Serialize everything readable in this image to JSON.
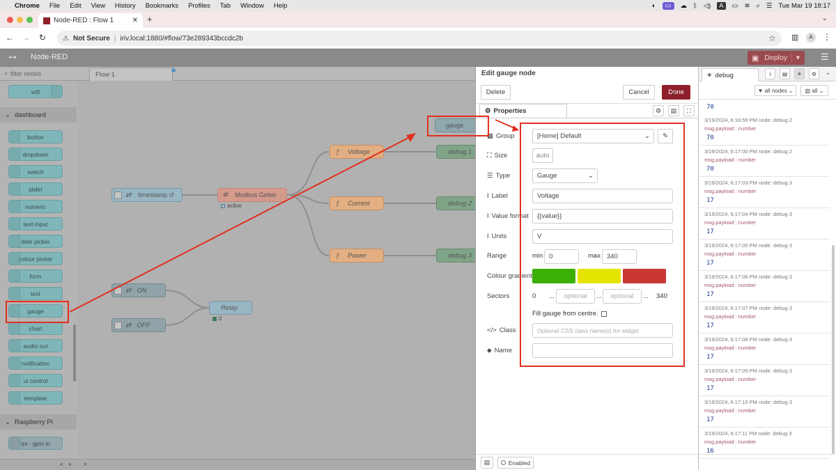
{
  "menubar": {
    "apple": "",
    "items": [
      "Chrome",
      "File",
      "Edit",
      "View",
      "History",
      "Bookmarks",
      "Profiles",
      "Tab",
      "Window",
      "Help"
    ],
    "clock": "Tue Mar 19  18:17",
    "input_badge": "A"
  },
  "browser": {
    "tab_title": "Node-RED : Flow 1",
    "new_tab": "+",
    "not_secure": "Not Secure",
    "url": "iriv.local:1880/#flow/73e289343bccdc2b",
    "profile": "A"
  },
  "nodered": {
    "title": "Node-RED",
    "deploy": "Deploy",
    "filter_placeholder": "filter nodes",
    "flow_tab": "Flow 1",
    "categories": {
      "dashboard": "dashboard",
      "raspberry": "Raspberry Pi"
    },
    "palette_top": "wifi",
    "palette_dashboard": [
      "button",
      "dropdown",
      "switch",
      "slider",
      "numeric",
      "text input",
      "date picker",
      "colour picker",
      "form",
      "text",
      "gauge",
      "chart",
      "audio out",
      "notification",
      "ui control",
      "template"
    ],
    "palette_rpi": [
      "rpi - gpio in"
    ]
  },
  "flow": {
    "timestamp": "timestamp ↺",
    "modbus": "Modbus Getter",
    "modbus_status": "active",
    "functions": [
      "Voltage",
      "Current",
      "Power"
    ],
    "debugs": [
      "debug 1",
      "debug 2",
      "debug 3"
    ],
    "gauge": "gauge",
    "on": "ON",
    "off": "OFF",
    "relay": "Relay",
    "relay_status": "0"
  },
  "dialog": {
    "title": "Edit gauge node",
    "delete": "Delete",
    "cancel": "Cancel",
    "done": "Done",
    "properties_tab": "Properties",
    "group_label": "Group",
    "group_value": "[Home] Default",
    "size_label": "Size",
    "size_value": "auto",
    "type_label": "Type",
    "type_value": "Gauge",
    "label_label": "Label",
    "label_value": "Voltage",
    "format_label": "Value format",
    "format_value": "{{value}}",
    "units_label": "Units",
    "units_value": "V",
    "range_label": "Range",
    "min_label": "min",
    "min_value": "0",
    "max_label": "max",
    "max_value": "340",
    "gradient_label": "Colour gradient",
    "gradient_colors": [
      "#3cb009",
      "#e5e400",
      "#ca3836"
    ],
    "sectors_label": "Sectors",
    "sector_start": "0",
    "sector_dots": "...",
    "optional": "optional",
    "sector_end": "340",
    "fill_label": "Fill gauge from centre.",
    "class_label": "Class",
    "class_placeholder": "Optional CSS class name(s) for widget",
    "name_label": "Name",
    "enabled": "Enabled"
  },
  "debug": {
    "tab": "debug",
    "filter_nodes": "all nodes",
    "filter_all": "all",
    "first_value": "70",
    "messages": [
      {
        "meta": "3/19/2024, 6:16:59 PM   node: debug 2",
        "type": "msg.payload : number",
        "value": "70"
      },
      {
        "meta": "3/19/2024, 6:17:00 PM   node: debug 2",
        "type": "msg.payload : number",
        "value": "70"
      },
      {
        "meta": "3/19/2024, 6:17:03 PM   node: debug 3",
        "type": "msg.payload : number",
        "value": "17"
      },
      {
        "meta": "3/19/2024, 6:17:04 PM   node: debug 3",
        "type": "msg.payload : number",
        "value": "17"
      },
      {
        "meta": "3/19/2024, 6:17:05 PM   node: debug 3",
        "type": "msg.payload : number",
        "value": "17"
      },
      {
        "meta": "3/19/2024, 6:17:06 PM   node: debug 3",
        "type": "msg.payload : number",
        "value": "17"
      },
      {
        "meta": "3/19/2024, 6:17:07 PM   node: debug 3",
        "type": "msg.payload : number",
        "value": "17"
      },
      {
        "meta": "3/19/2024, 6:17:08 PM   node: debug 3",
        "type": "msg.payload : number",
        "value": "17"
      },
      {
        "meta": "3/19/2024, 6:17:09 PM   node: debug 3",
        "type": "msg.payload : number",
        "value": "17"
      },
      {
        "meta": "3/19/2024, 6:17:10 PM   node: debug 3",
        "type": "msg.payload : number",
        "value": "17"
      },
      {
        "meta": "3/19/2024, 6:17:11 PM   node: debug 3",
        "type": "msg.payload : number",
        "value": "16"
      }
    ]
  },
  "colors": {
    "accent": "#8f1f2b",
    "highlight": "#e0301e",
    "node_teal": "#7fb6b9",
    "function_orange": "#e9b78a"
  }
}
